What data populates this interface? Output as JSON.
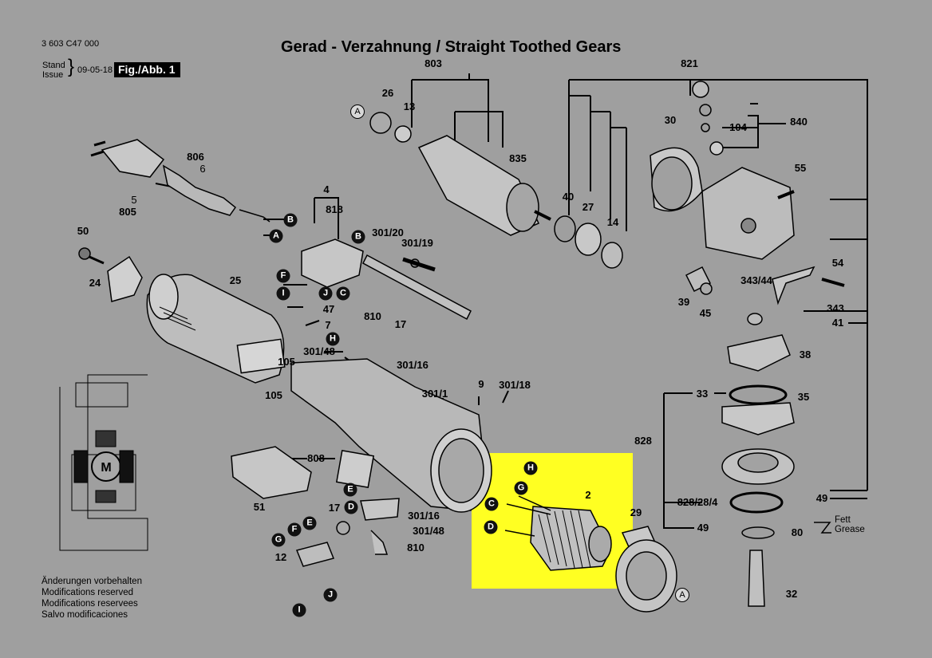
{
  "header": {
    "doc_number": "3 603 C47 000",
    "title": "Gerad - Verzahnung / Straight Toothed Gears",
    "stand_label": "Stand",
    "issue_label": "Issue",
    "brace": "}",
    "date": "09-05-18",
    "figure_label": "Fig./Abb. 1"
  },
  "notes": [
    "Änderungen vorbehalten",
    "Modifications reserved",
    "Modifications reservees",
    "Salvo modificaciones"
  ],
  "grease": {
    "line1": "Fett",
    "line2": "Grease"
  },
  "parts": [
    "803",
    "821",
    "26",
    "13",
    "835",
    "840",
    "104",
    "30",
    "55",
    "806",
    "6",
    "5",
    "805",
    "4",
    "818",
    "301/20",
    "301/19",
    "40",
    "27",
    "14",
    "50",
    "24",
    "25",
    "54",
    "343/44",
    "39",
    "45",
    "343",
    "41",
    "47",
    "7",
    "810",
    "17",
    "301/48",
    "301/16",
    "105",
    "105",
    "38",
    "33",
    "35",
    "9",
    "301/18",
    "301/1",
    "2",
    "828",
    "808",
    "51",
    "301/16",
    "17",
    "301/48",
    "810",
    "12",
    "29",
    "828/28/4",
    "49",
    "49",
    "80",
    "32"
  ],
  "connectors": [
    "A",
    "B",
    "B",
    "A",
    "B",
    "F",
    "I",
    "J",
    "C",
    "H",
    "E",
    "D",
    "G",
    "F",
    "E",
    "I",
    "J",
    "H",
    "G",
    "C",
    "D",
    "A",
    "A"
  ]
}
